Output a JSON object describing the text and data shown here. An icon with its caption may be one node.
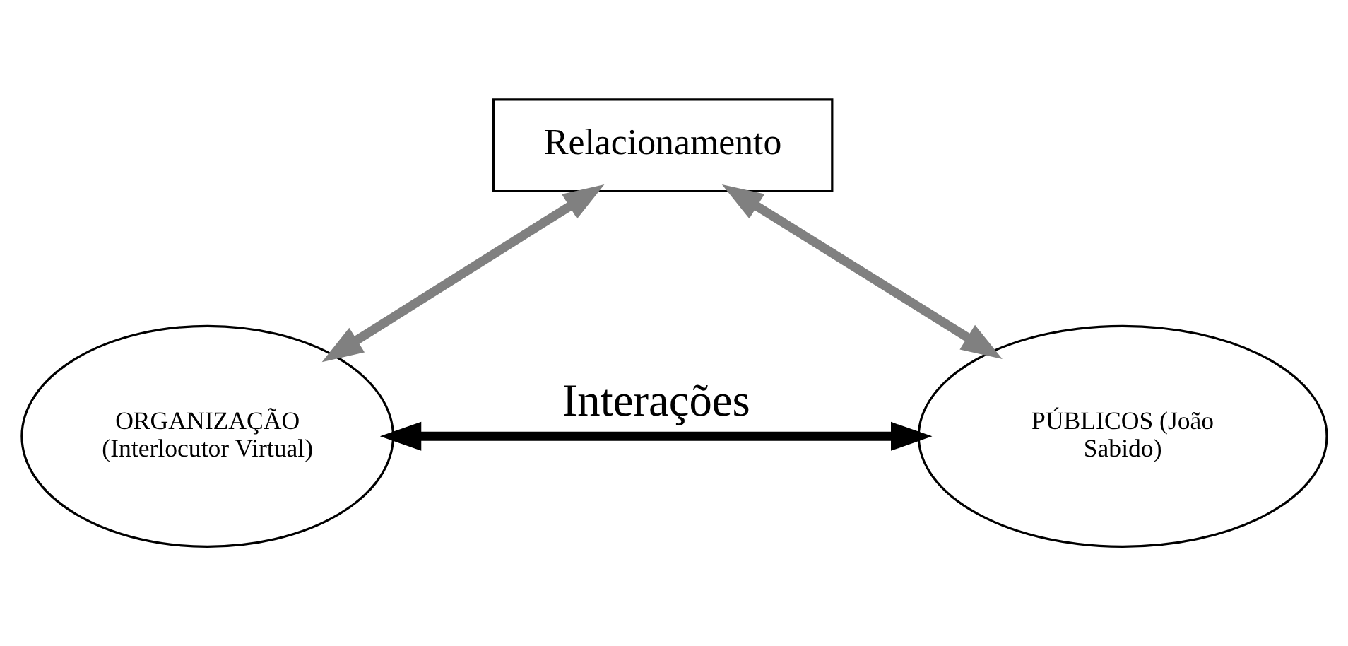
{
  "diagram": {
    "nodes": [
      {
        "text": [
          "Relacionamento"
        ]
      },
      {
        "text": [
          "ORGANIZAÇÃO (Interlocutor Virtual)"
        ]
      },
      {
        "text": [
          "PÚBLICOS (João Sabido)"
        ]
      }
    ],
    "edges": [
      {
        "from": 1,
        "to": 0,
        "arrow": "both",
        "color": "#808080"
      },
      {
        "from": 0,
        "to": 2,
        "arrow": "both",
        "color": "#808080"
      },
      {
        "from": 1,
        "to": 2,
        "arrow": "both",
        "color": "#000000",
        "label": "Interações"
      }
    ]
  }
}
